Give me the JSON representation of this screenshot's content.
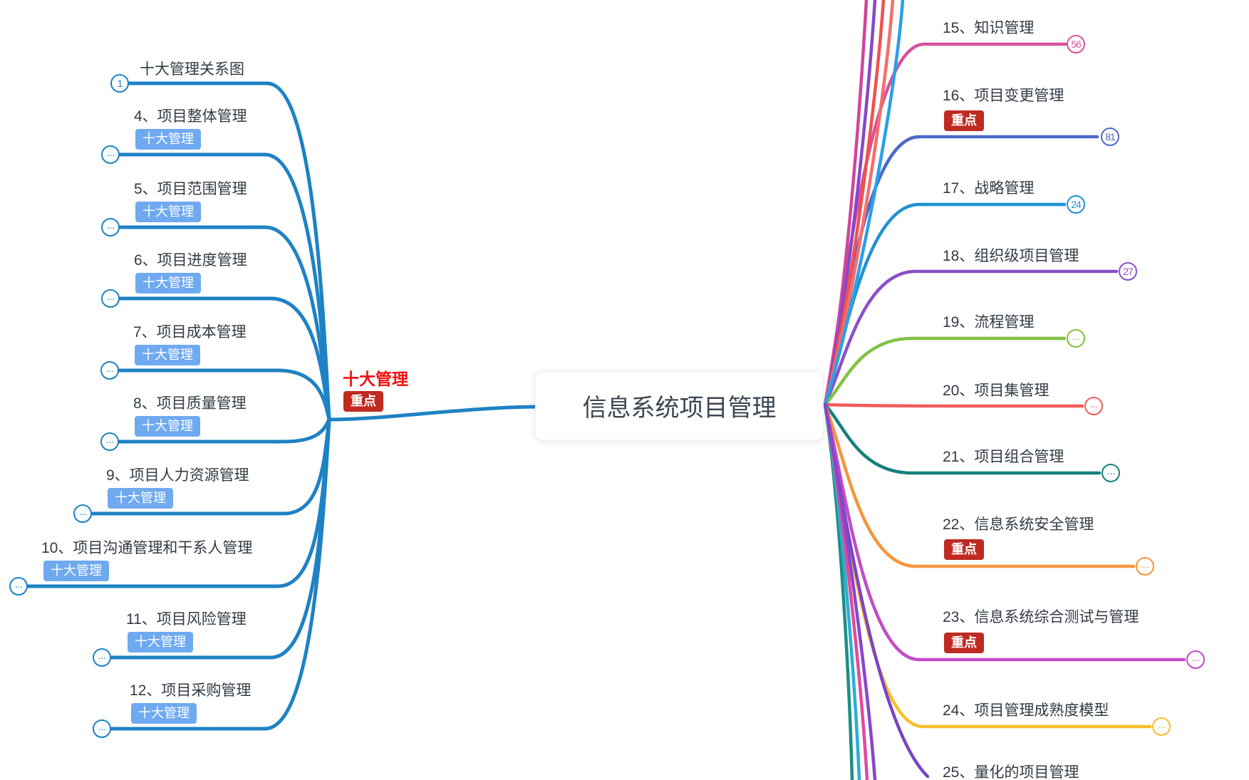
{
  "central": {
    "title": "信息系统项目管理"
  },
  "colors": {
    "tag_bg": "#6FAAF0",
    "emphasis_bg": "#BF2A21",
    "left_line": "#1E82C4",
    "branch_title_red": "#F30E0E"
  },
  "left_branch": {
    "title": "十大管理",
    "emphasis": "重点",
    "items": [
      {
        "title": "十大管理关系图",
        "badge": "1"
      },
      {
        "title": "4、项目整体管理",
        "tag": "十大管理",
        "badge": "···"
      },
      {
        "title": "5、项目范围管理",
        "tag": "十大管理",
        "badge": "···"
      },
      {
        "title": "6、项目进度管理",
        "tag": "十大管理",
        "badge": "···"
      },
      {
        "title": "7、项目成本管理",
        "tag": "十大管理",
        "badge": "···"
      },
      {
        "title": "8、项目质量管理",
        "tag": "十大管理",
        "badge": "···"
      },
      {
        "title": "9、项目人力资源管理",
        "tag": "十大管理",
        "badge": "···"
      },
      {
        "title": "10、项目沟通管理和干系人管理",
        "tag": "十大管理",
        "badge": "···"
      },
      {
        "title": "11、项目风险管理",
        "tag": "十大管理",
        "badge": "···"
      },
      {
        "title": "12、项目采购管理",
        "tag": "十大管理",
        "badge": "···"
      }
    ]
  },
  "right_branch": {
    "items": [
      {
        "title": "15、知识管理",
        "badge": "56",
        "color": "#D8529E"
      },
      {
        "title": "16、项目变更管理",
        "tag": "重点",
        "badge": "81",
        "color": "#4B6AC9"
      },
      {
        "title": "17、战略管理",
        "badge": "24",
        "color": "#2191D4"
      },
      {
        "title": "18、组织级项目管理",
        "badge": "27",
        "color": "#8B4FC9"
      },
      {
        "title": "19、流程管理",
        "badge": "···",
        "color": "#82C244"
      },
      {
        "title": "20、项目集管理",
        "badge": "···",
        "color": "#F25C5C"
      },
      {
        "title": "21、项目组合管理",
        "badge": "···",
        "color": "#17807C"
      },
      {
        "title": "22、信息系统安全管理",
        "tag": "重点",
        "badge": "···",
        "color": "#F6953C"
      },
      {
        "title": "23、信息系统综合测试与管理",
        "tag": "重点",
        "badge": "···",
        "color": "#C24CC8"
      },
      {
        "title": "24、项目管理成熟度模型",
        "badge": "···",
        "color": "#FBBE2A"
      },
      {
        "title": "25、量化的项目管理",
        "color": "#7B44C6"
      }
    ]
  },
  "top_edge_lines": [
    "#D0459B",
    "#8747C9",
    "#F0514F",
    "#F46E6C",
    "#2AA0E8"
  ],
  "bottom_edge_lines": [
    "#1B8F85",
    "#2BAED6",
    "#E2499E",
    "#8747C9"
  ]
}
